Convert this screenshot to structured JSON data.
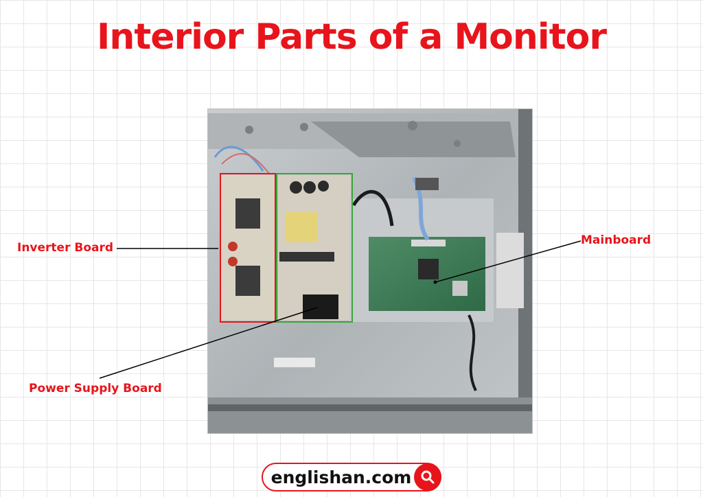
{
  "title": "Interior Parts of a Monitor",
  "labels": {
    "inverter": "Inverter Board",
    "mainboard": "Mainboard",
    "power_supply": "Power Supply Board"
  },
  "brand": {
    "text": "englishan.com",
    "icon": "search-icon"
  },
  "colors": {
    "accent": "#e8141c",
    "inverter_box": "#e8141c",
    "power_supply_box": "#3aa63a",
    "pcb_green": "#3f7d55"
  }
}
